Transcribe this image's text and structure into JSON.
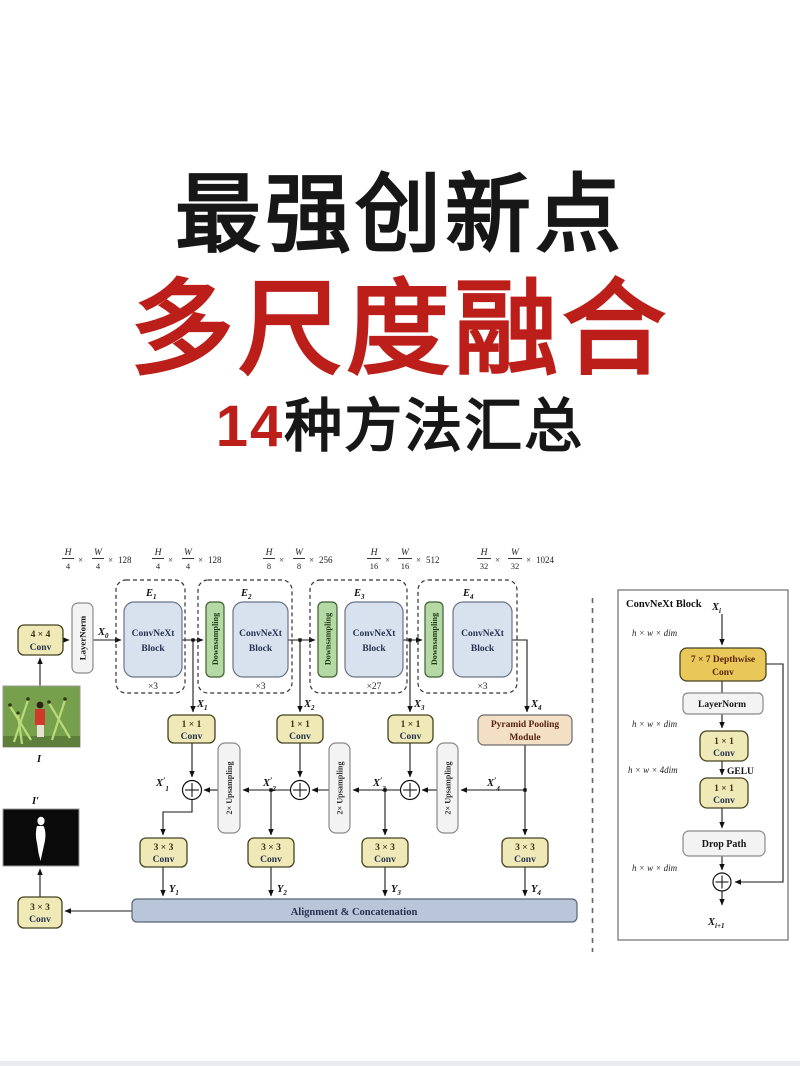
{
  "title": {
    "line1": "最强创新点",
    "line2": "多尺度融合",
    "line3_num": "14",
    "line3_text": "种方法汇总"
  },
  "colors": {
    "red": "#bc1f1a",
    "black": "#171717",
    "box_yellow": "#efe9b8",
    "box_blue": "#d8e2ef",
    "box_green": "#b5d9a5",
    "box_gold": "#e9c758",
    "box_tan": "#f3dfc4",
    "bar_blue": "#b9c5d8"
  },
  "diagram": {
    "dims": [
      {
        "n1": "H",
        "d1": "4",
        "t1": "×",
        "n2": "W",
        "d2": "4",
        "t2": "×",
        "c": "128"
      },
      {
        "n1": "H",
        "d1": "4",
        "t1": "×",
        "n2": "W",
        "d2": "4",
        "t2": "×",
        "c": "128"
      },
      {
        "n1": "H",
        "d1": "8",
        "t1": "×",
        "n2": "W",
        "d2": "8",
        "t2": "×",
        "c": "256"
      },
      {
        "n1": "H",
        "d1": "16",
        "t1": "×",
        "n2": "W",
        "d2": "16",
        "t2": "×",
        "c": "512"
      },
      {
        "n1": "H",
        "d1": "32",
        "t1": "×",
        "n2": "W",
        "d2": "32",
        "t2": "×",
        "c": "1024"
      }
    ],
    "inputs": {
      "photo_label": "I",
      "mask_label": "I′"
    },
    "encoder": {
      "conv44": {
        "l1": "4 × 4",
        "l2": "Conv"
      },
      "layernorm": "LayerNorm",
      "x0": {
        "b": "X",
        "s": "0"
      },
      "stages": [
        {
          "b": "E",
          "s": "1",
          "block_l1": "ConvNeXt",
          "block_l2": "Block",
          "mult": "×3"
        },
        {
          "b": "E",
          "s": "2",
          "down": "Downsampling",
          "block_l1": "ConvNeXt",
          "block_l2": "Block",
          "mult": "×3"
        },
        {
          "b": "E",
          "s": "3",
          "down": "Downsampling",
          "block_l1": "ConvNeXt",
          "block_l2": "Block",
          "mult": "×27"
        },
        {
          "b": "E",
          "s": "4",
          "down": "Downsampling",
          "block_l1": "ConvNeXt",
          "block_l2": "Block",
          "mult": "×3"
        }
      ]
    },
    "fusion": {
      "x": [
        {
          "b": "X",
          "s": "1"
        },
        {
          "b": "X",
          "s": "2"
        },
        {
          "b": "X",
          "s": "3"
        },
        {
          "b": "X",
          "s": "4"
        }
      ],
      "xp": [
        {
          "b": "X",
          "p": "′",
          "s": "1"
        },
        {
          "b": "X",
          "p": "′",
          "s": "2"
        },
        {
          "b": "X",
          "p": "′",
          "s": "3"
        },
        {
          "b": "X",
          "p": "′",
          "s": "4"
        }
      ],
      "y": [
        {
          "b": "Y",
          "s": "1"
        },
        {
          "b": "Y",
          "s": "2"
        },
        {
          "b": "Y",
          "s": "3"
        },
        {
          "b": "Y",
          "s": "4"
        }
      ],
      "conv11": {
        "l1": "1 × 1",
        "l2": "Conv"
      },
      "conv33": {
        "l1": "3 × 3",
        "l2": "Conv"
      },
      "ppm": {
        "l1": "Pyramid Pooling",
        "l2": "Module"
      },
      "upsampling": "2× Upsampling",
      "bar": "Alignment & Concatenation"
    },
    "panel": {
      "title": "ConvNeXt Block",
      "xi": {
        "b": "X",
        "s": "i"
      },
      "xi1": {
        "b": "X",
        "s": "i+1"
      },
      "dim1": "h × w × dim",
      "dim4": "h × w × 4dim",
      "dw": {
        "l1": "7 × 7 Depthwise",
        "l2": "Conv"
      },
      "layernorm": "LayerNorm",
      "conv11": {
        "l1": "1 × 1",
        "l2": "Conv"
      },
      "gelu": "GELU",
      "droppath": "Drop Path"
    }
  }
}
